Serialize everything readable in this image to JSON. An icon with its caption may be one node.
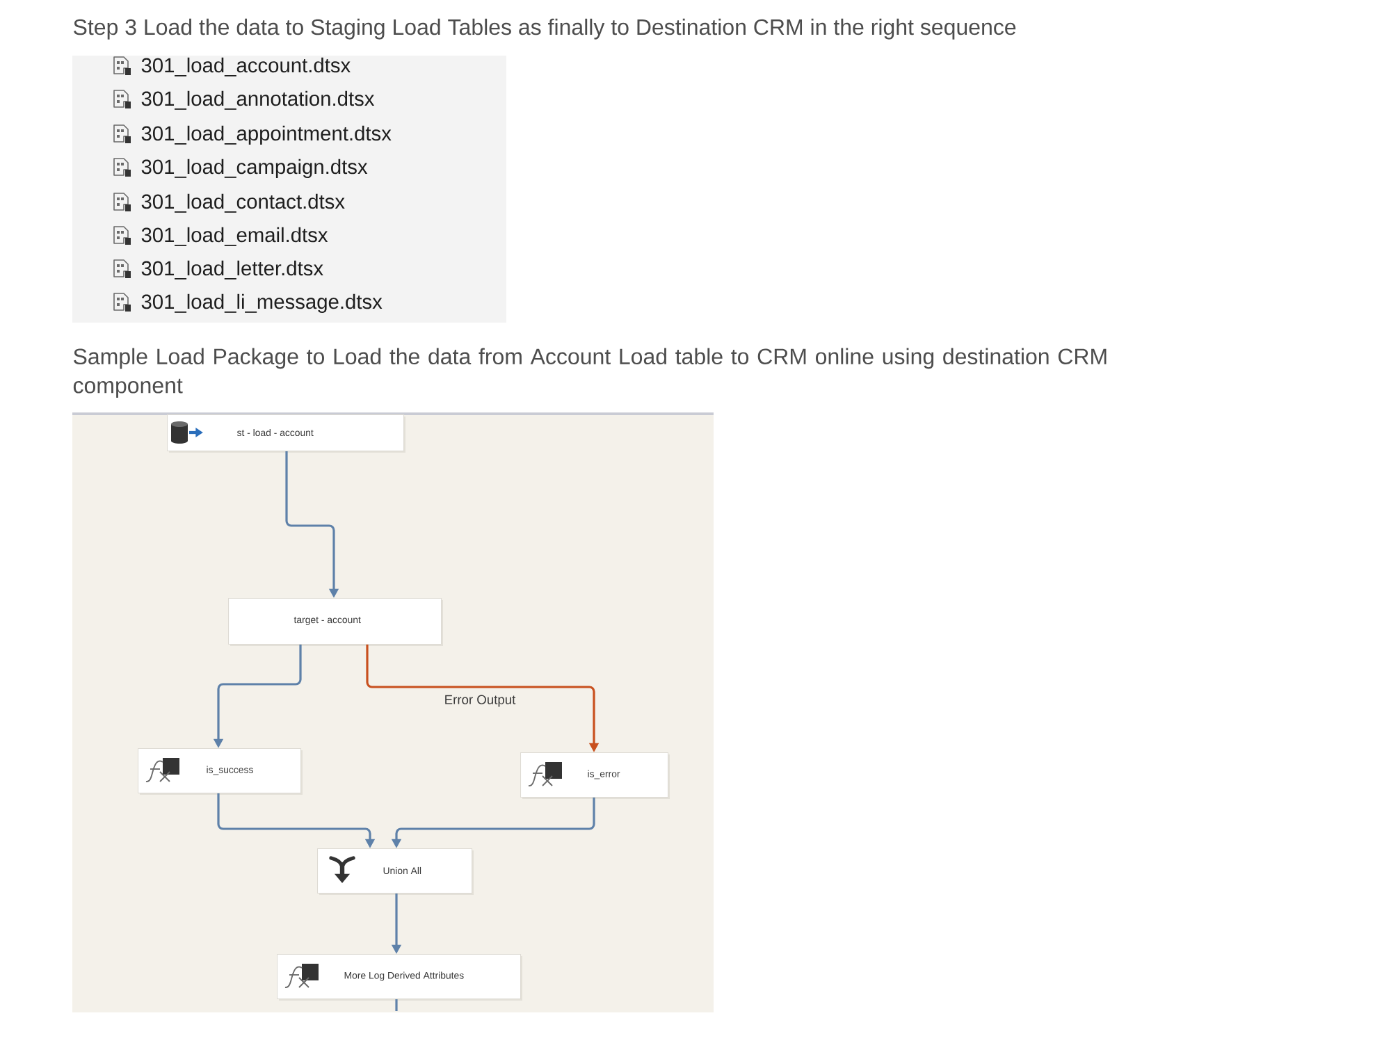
{
  "diagram": {
    "title": "Step 3 Load the data to Staging Load Tables as finally to Destination CRM in the right sequence",
    "nodes": [
      {
        "text": [
          "st - load - account"
        ]
      },
      {
        "text": [
          "target - account"
        ]
      },
      {
        "text": [
          "is_success"
        ]
      },
      {
        "text": [
          "is_error"
        ]
      },
      {
        "text": [
          "Union All"
        ]
      },
      {
        "text": [
          "More Log Derived Attributes"
        ]
      }
    ],
    "edges": [
      {
        "from": 0,
        "to": 1,
        "arrow": "to"
      },
      {
        "from": 1,
        "to": 2,
        "arrow": "to"
      },
      {
        "from": 1,
        "to": 3,
        "arrow": "to",
        "label": "Error Output",
        "color": "#c8501e"
      },
      {
        "from": 2,
        "to": 4,
        "arrow": "to"
      },
      {
        "from": 3,
        "to": 4,
        "arrow": "to"
      },
      {
        "from": 4,
        "to": 5,
        "arrow": "to"
      },
      {
        "from": 5,
        "to": null,
        "arrow": "none"
      }
    ],
    "labels": [
      "301_load_account.dtsx",
      "301_load_annotation.dtsx",
      "301_load_appointment.dtsx",
      "301_load_campaign.dtsx",
      "301_load_contact.dtsx",
      "301_load_email.dtsx",
      "301_load_letter.dtsx",
      "301_load_li_message.dtsx",
      "Sample Load Package to Load the data from Account Load table to CRM online using destination CRM component"
    ]
  }
}
